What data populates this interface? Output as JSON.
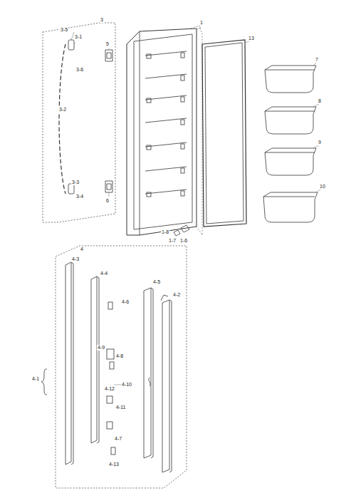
{
  "diagram": {
    "labels": [
      "3",
      "3-5",
      "3-1",
      "3-6",
      "3-2",
      "3-3",
      "3-4",
      "5",
      "6",
      "1",
      "13",
      "7",
      "8",
      "9",
      "10",
      "1-8",
      "1-7",
      "1-6",
      "4",
      "4-3",
      "4-4",
      "4-5",
      "4-2",
      "4-6",
      "4-9",
      "4-8",
      "4-10",
      "4-12",
      "4-11",
      "4-7",
      "4-1",
      "4-13"
    ]
  }
}
